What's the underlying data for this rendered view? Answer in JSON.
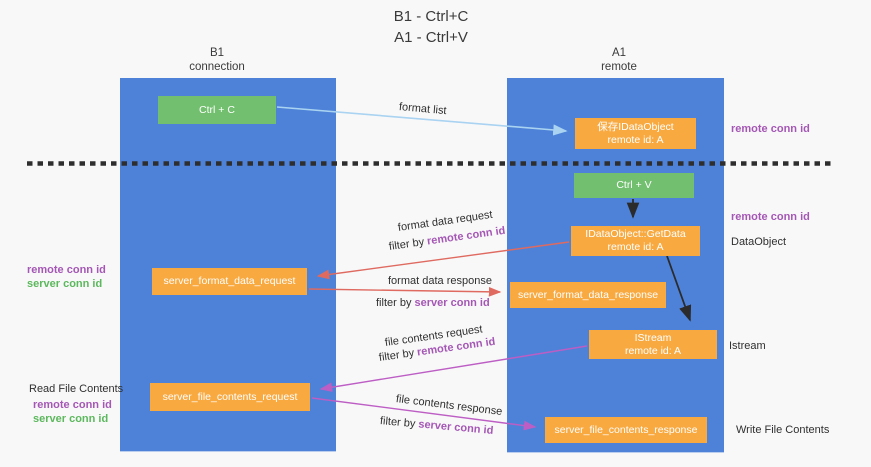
{
  "title": {
    "line1": "B1 - Ctrl+C",
    "line2": "A1 - Ctrl+V"
  },
  "lanes": {
    "left": {
      "name": "B1",
      "role": "connection"
    },
    "right": {
      "name": "A1",
      "role": "remote"
    }
  },
  "nodes": {
    "ctrl_c": "Ctrl + C",
    "ctrl_v": "Ctrl + V",
    "save_idataobject": {
      "line1": "保存IDataObject",
      "line2": "remote id: A"
    },
    "getdata": {
      "line1": "IDataObject::GetData",
      "line2": "remote id: A"
    },
    "istream": {
      "line1": "IStream",
      "line2": "remote id: A"
    },
    "format_request": "server_format_data_request",
    "format_response": "server_format_data_response",
    "file_request": "server_file_contents_request",
    "file_response": "server_file_contents_response"
  },
  "flow": {
    "format_list": "format list",
    "format_data_request": "format data request",
    "format_data_response": "format data response",
    "file_contents_request": "file contents request",
    "file_contents_response": "file contents response",
    "filter_by": "filter by ",
    "remote_conn_id": "remote conn id",
    "server_conn_id": "server conn id"
  },
  "side": {
    "remote_conn_id": "remote conn id",
    "server_conn_id": "server conn id",
    "dataobject": "DataObject",
    "istream": "Istream",
    "write_file_contents": "Write File Contents",
    "read_file_contents": "Read File Contents"
  },
  "colors": {
    "lane_blue": "#4d82d8",
    "node_green": "#72c06f",
    "node_orange": "#f8a940",
    "arrow_light_blue": "#a9d3f1",
    "arrow_black": "#2b2b2b",
    "arrow_red": "#df6a60",
    "arrow_magenta": "#bd5ec4",
    "label_purple": "#a557b5",
    "label_green": "#5cb85c",
    "background": "#f8f8f9"
  }
}
